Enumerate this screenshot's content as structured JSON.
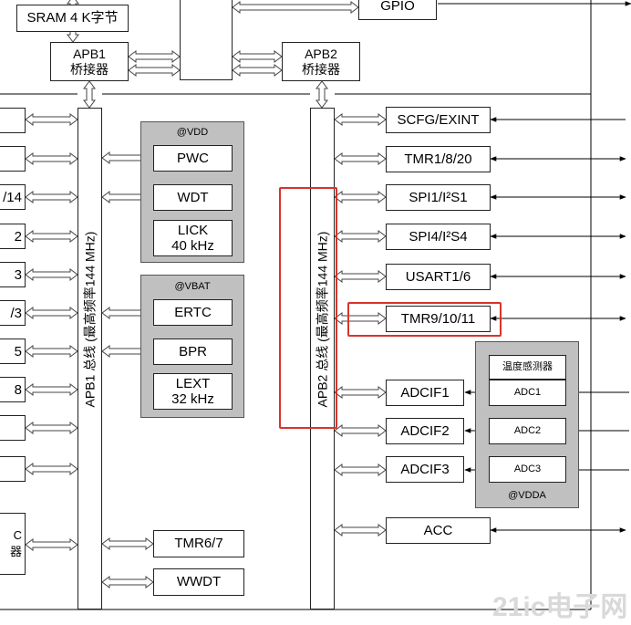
{
  "top": {
    "sram": "SRAM 4 K字节",
    "gpio": "GPIO",
    "apb1_bridge": [
      "APB1",
      "桥接器"
    ],
    "apb2_bridge": [
      "APB2",
      "桥接器"
    ]
  },
  "apb1_bus_label": "APB1 总线 (最高频率144 MHz)",
  "apb2_bus_label": "APB2 总线 (最高频率144 MHz)",
  "left_edge_stubs": [
    "",
    "",
    "/14",
    "2",
    "3",
    "/3",
    "5",
    "8",
    "",
    "",
    "C\n器"
  ],
  "vdd_group": {
    "label": "@VDD",
    "items": [
      "PWC",
      "WDT",
      "LICK\n40 kHz"
    ]
  },
  "vbat_group": {
    "label": "@VBAT",
    "items": [
      "ERTC",
      "BPR",
      "LEXT\n32 kHz"
    ]
  },
  "apb1_bottom": [
    "TMR6/7",
    "WWDT"
  ],
  "apb2_peripherals": [
    "SCFG/EXINT",
    "TMR1/8/20",
    "SPI1/I²S1",
    "SPI4/I²S4",
    "USART1/6",
    "TMR9/10/11"
  ],
  "adcif": [
    "ADCIF1",
    "ADCIF2",
    "ADCIF3"
  ],
  "vdda_group": {
    "label": "@VDDA",
    "sensor": "温度感测器",
    "adcs": [
      "ADC1",
      "ADC2",
      "ADC3"
    ]
  },
  "acc": "ACC",
  "watermark": "21ic电子网",
  "highlight_color": "#d9342b"
}
